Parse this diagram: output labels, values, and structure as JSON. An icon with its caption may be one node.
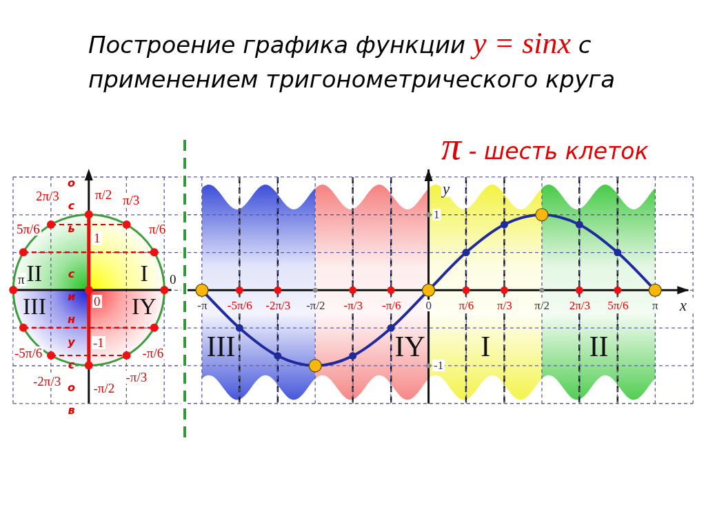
{
  "diagram": {
    "title": "Построение графика функции *y = sinx* с применением тригонометрического круга",
    "nodes": [
      {
        "text": [
          "II"
        ]
      },
      {
        "text": [
          "I"
        ]
      },
      {
        "text": [
          "III"
        ]
      },
      {
        "text": [
          "IY"
        ]
      },
      {
        "text": [
          "III"
        ]
      },
      {
        "text": [
          "IY"
        ]
      },
      {
        "text": [
          "I"
        ]
      },
      {
        "text": [
          "II"
        ]
      }
    ],
    "labels": [
      "*π* - шесть клеток",
      "ось синусов",
      "π/2",
      "2π/3",
      "π/3",
      "5π/6",
      "π/6",
      "1",
      "π",
      "0",
      "0",
      "-1",
      "-5π/6",
      "-π/6",
      "-2π/3",
      "-π/2",
      "-π/3"
    ],
    "chart_data": {
      "type": "line",
      "xlabel": "x",
      "ylabel": "y",
      "x": [
        -3.14,
        -2.62,
        -2.09,
        -1.57,
        -1.05,
        -0.52,
        0,
        0.52,
        1.05,
        1.57,
        2.09,
        2.62,
        3.14
      ],
      "series": [
        {
          "color": "#1f2a9c",
          "marker": "o",
          "values": [
            0,
            -0.5,
            -0.87,
            -1,
            -0.87,
            -0.5,
            0,
            0.5,
            0.87,
            1,
            0.87,
            0.5,
            0
          ]
        }
      ],
      "xlim": [
        -3.34,
        3.6
      ],
      "ylim": [
        -1.5,
        1.6
      ],
      "grid": true,
      "xticks": [
        {
          "value": -3.14,
          "label": "-π"
        },
        {
          "value": -2.62,
          "label": "-5π/6"
        },
        {
          "value": -2.09,
          "label": "-2π/3"
        },
        {
          "value": -1.57,
          "label": "-π/2"
        },
        {
          "value": -1.05,
          "label": "-π/3"
        },
        {
          "value": -0.52,
          "label": "-π/6"
        },
        {
          "value": 0,
          "label": "0"
        },
        {
          "value": 0.52,
          "label": "π/6"
        },
        {
          "value": 1.05,
          "label": "π/3"
        },
        {
          "value": 1.57,
          "label": "π/2"
        },
        {
          "value": 2.09,
          "label": "2π/3"
        },
        {
          "value": 2.62,
          "label": "5π/6"
        },
        {
          "value": 3.14,
          "label": "π"
        }
      ],
      "yticks": [
        -1,
        1
      ]
    }
  }
}
